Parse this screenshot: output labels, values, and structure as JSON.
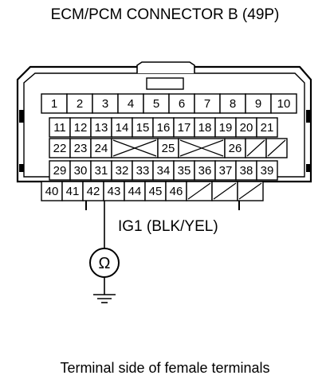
{
  "title": "ECM/PCM CONNECTOR B (49P)",
  "wire_label": "IG1 (BLK/YEL)",
  "meter_symbol": "Ω",
  "caption": "Terminal side of female terminals",
  "connector": {
    "rows": [
      {
        "cells": [
          "1",
          "2",
          "3",
          "4",
          "5",
          "6",
          "7",
          "8",
          "9",
          "10"
        ]
      },
      {
        "cells": [
          "11",
          "12",
          "13",
          "14",
          "15",
          "16",
          "17",
          "18",
          "19",
          "20",
          "21"
        ]
      },
      {
        "cells": [
          "22",
          "23",
          "24",
          "X",
          "25",
          "X",
          "26",
          "/",
          "/"
        ]
      },
      {
        "cells": [
          "29",
          "30",
          "31",
          "32",
          "33",
          "34",
          "35",
          "36",
          "37",
          "38",
          "39"
        ]
      },
      {
        "cells": [
          "40",
          "41",
          "42",
          "43",
          "44",
          "45",
          "46",
          "/",
          "/",
          "/"
        ]
      }
    ],
    "probed_terminal": "42"
  },
  "icons": {
    "meter": "ohmmeter-icon",
    "ground": "ground-icon"
  }
}
